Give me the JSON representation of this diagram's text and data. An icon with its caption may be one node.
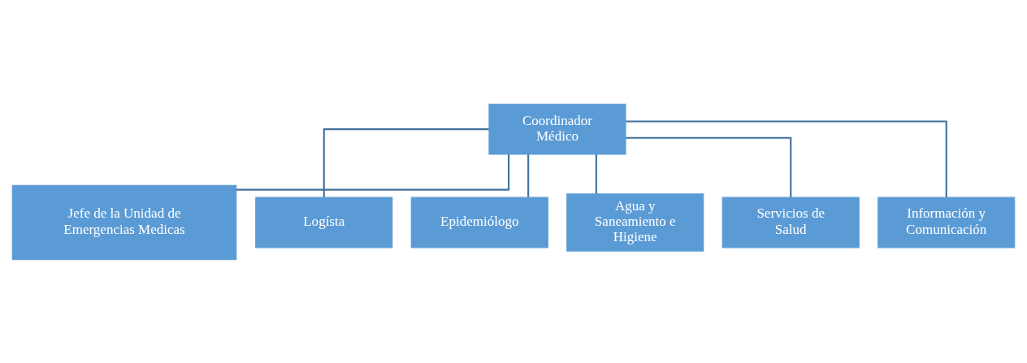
{
  "diagram": {
    "nodes": [
      {
        "text": [
          "Coordinador Médico"
        ]
      },
      {
        "text": [
          "Jefe de la Unidad de Emergencias Medicas"
        ]
      },
      {
        "text": [
          "Logísta"
        ]
      },
      {
        "text": [
          "Epidemiólogo"
        ]
      },
      {
        "text": [
          "Agua y Saneamiento e Higiene"
        ]
      },
      {
        "text": [
          "Servicios de Salud"
        ]
      },
      {
        "text": [
          "Información y Comunicación"
        ]
      }
    ],
    "edges": [
      {
        "from": 0,
        "to": 1,
        "arrow": "none"
      },
      {
        "from": 0,
        "to": 2,
        "arrow": "none"
      },
      {
        "from": 0,
        "to": 3,
        "arrow": "none"
      },
      {
        "from": 0,
        "to": 4,
        "arrow": "none"
      },
      {
        "from": 0,
        "to": 5,
        "arrow": "none"
      },
      {
        "from": 0,
        "to": 6,
        "arrow": "none"
      }
    ]
  }
}
